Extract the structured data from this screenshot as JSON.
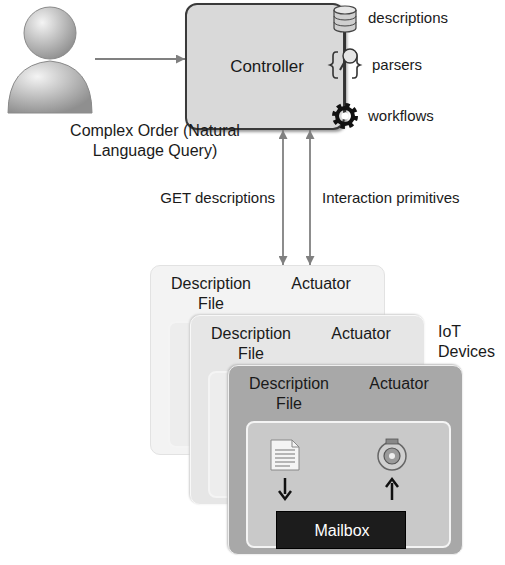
{
  "diagram": {
    "nodes": [
      {
        "text": [
          "Complex Order (Natural Language Query)"
        ]
      },
      {
        "text": [
          "Controller"
        ]
      },
      {
        "text": [
          "Description File",
          "Actuator"
        ]
      },
      {
        "text": [
          "Description File",
          "Actuator"
        ]
      },
      {
        "text": [
          "Description File",
          "Actuator"
        ]
      },
      {
        "text": [
          "Mailbox"
        ],
        "in": 4
      }
    ],
    "edges": [
      {
        "from": 0,
        "to": 1,
        "arrow": "to"
      },
      {
        "from": 1,
        "to": 2,
        "label": "GET descriptions",
        "arrow": "both"
      },
      {
        "from": 1,
        "to": 2,
        "label": "Interaction primitives",
        "arrow": "both"
      }
    ],
    "labels": [
      "descriptions",
      "parsers",
      "workflows",
      "IoT Devices"
    ]
  }
}
